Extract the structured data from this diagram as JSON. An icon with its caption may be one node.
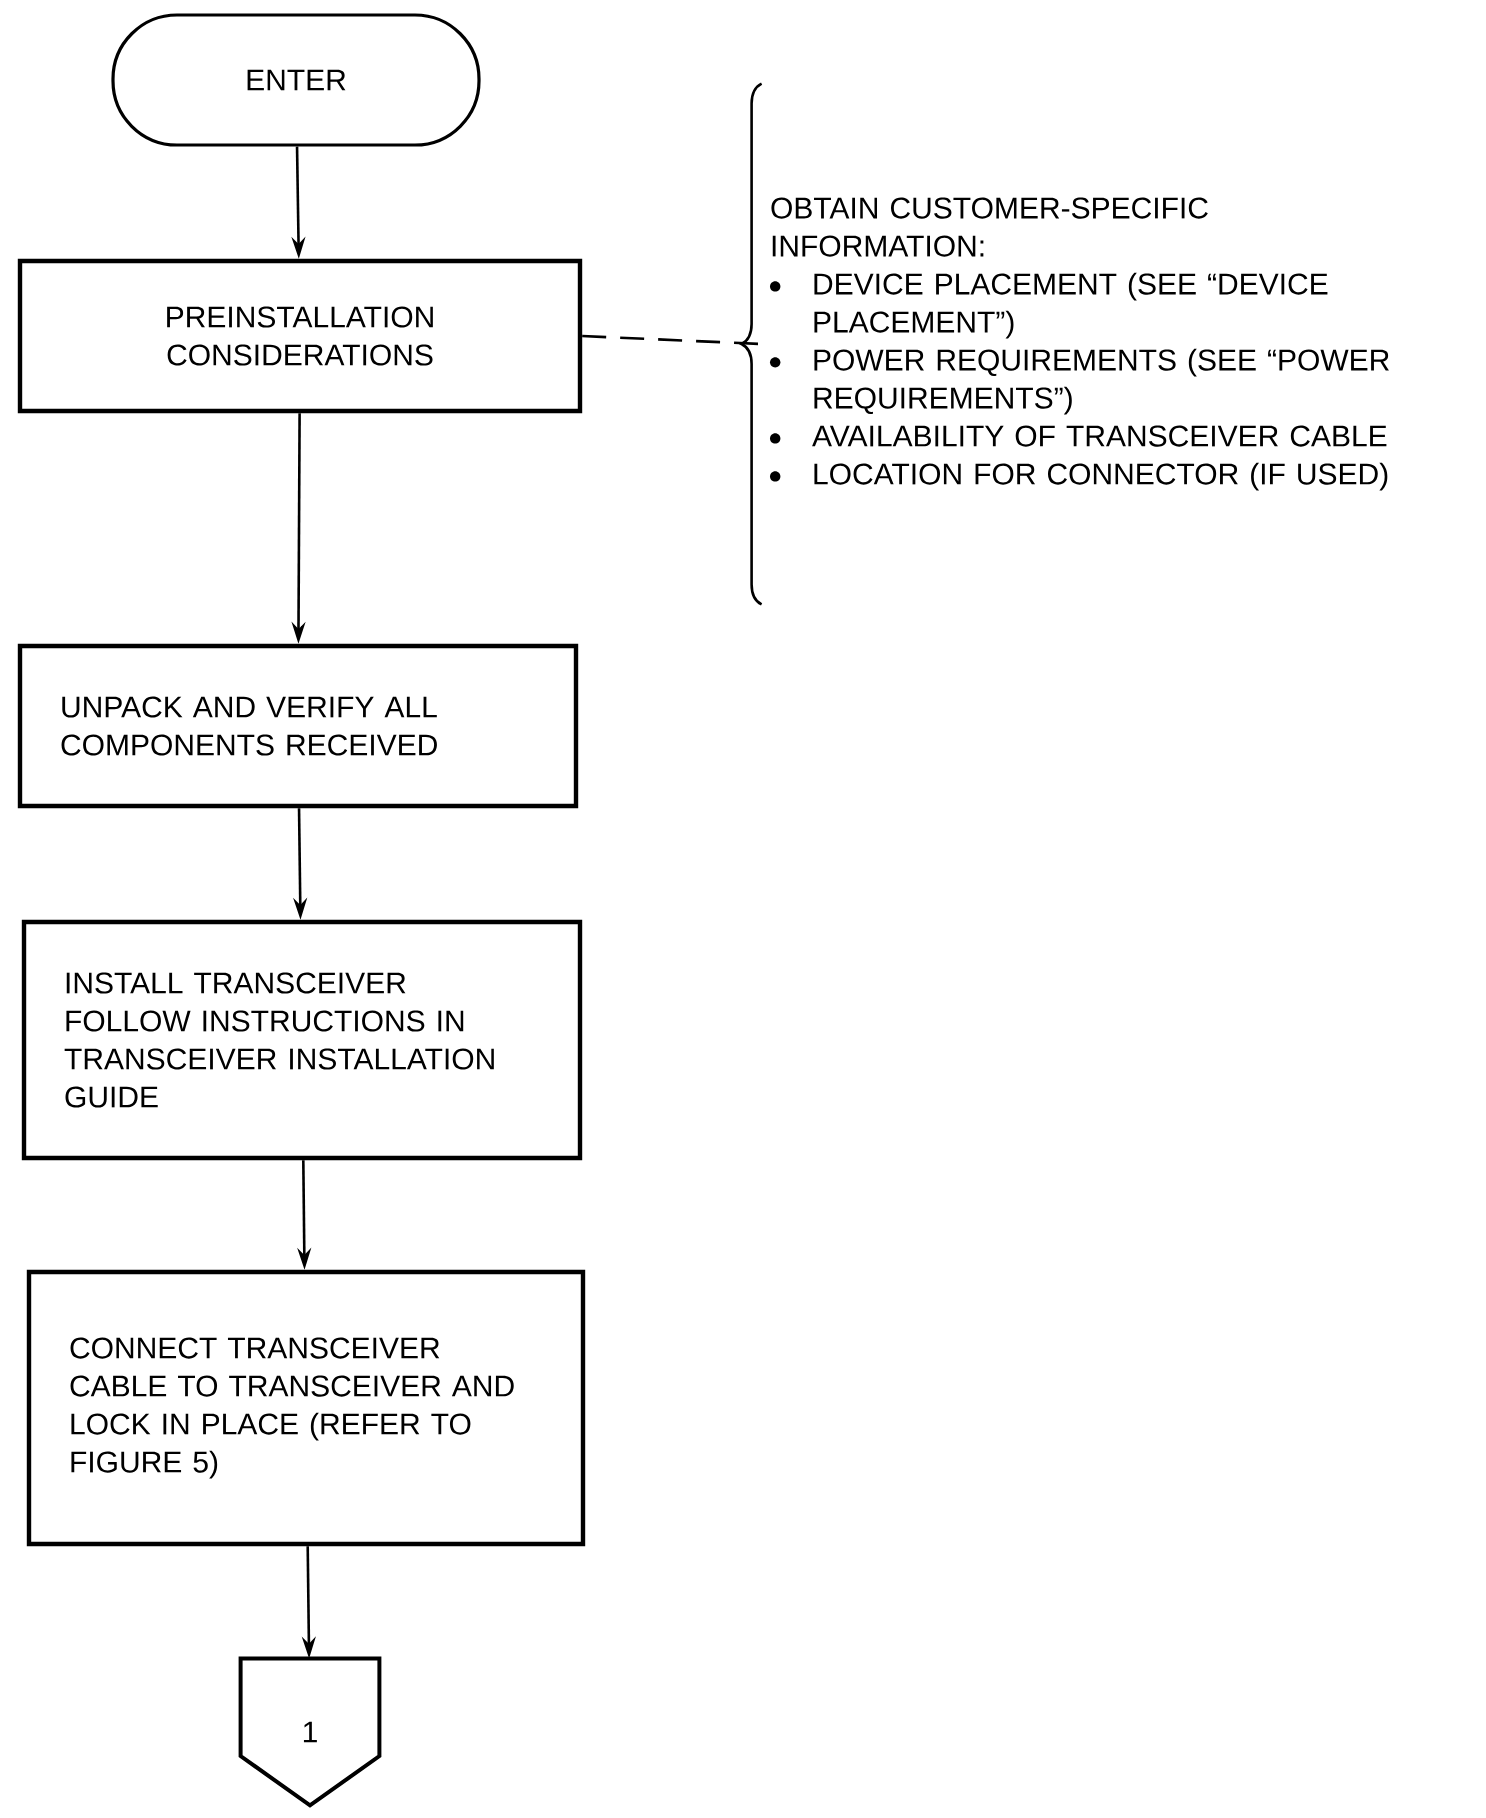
{
  "diagram": {
    "nodes": [
      {
        "text": [
          "ENTER"
        ]
      },
      {
        "text": [
          "PREINSTALLATION CONSIDERATIONS"
        ]
      },
      {
        "text": [
          "OBTAIN CUSTOMER-SPECIFIC INFORMATION:",
          "DEVICE PLACEMENT (SEE “DEVICE PLACEMENT”)",
          "POWER REQUIREMENTS (SEE “POWER REQUIREMENTS”)",
          "AVAILABILITY OF TRANSCEIVER CABLE",
          "LOCATION FOR CONNECTOR (IF USED)"
        ]
      },
      {
        "text": [
          "UNPACK AND VERIFY ALL COMPONENTS RECEIVED"
        ]
      },
      {
        "text": [
          "INSTALL TRANSCEIVER FOLLOW INSTRUCTIONS IN TRANSCEIVER INSTALLATION GUIDE"
        ]
      },
      {
        "text": [
          "CONNECT TRANSCEIVER CABLE TO TRANSCEIVER AND LOCK IN PLACE (REFER TO FIGURE 5)"
        ]
      },
      {
        "text": [
          "1"
        ]
      }
    ],
    "edges": [
      {
        "from": 0,
        "to": 1,
        "arrow": "to"
      },
      {
        "from": 1,
        "to": 2,
        "arrow": "none",
        "style": "dashed"
      },
      {
        "from": 1,
        "to": 3,
        "arrow": "to"
      },
      {
        "from": 3,
        "to": 4,
        "arrow": "to"
      },
      {
        "from": 4,
        "to": 5,
        "arrow": "to"
      },
      {
        "from": 5,
        "to": 6,
        "arrow": "to"
      }
    ]
  }
}
